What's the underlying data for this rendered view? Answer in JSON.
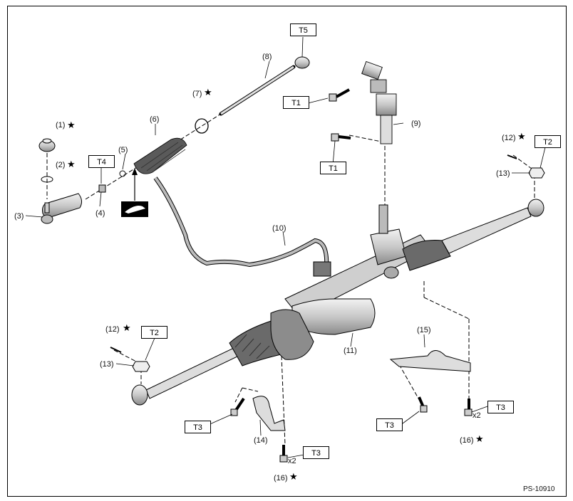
{
  "diagram_code": "PS-10910",
  "parts": {
    "p1": "(1)",
    "p2": "(2)",
    "p3": "(3)",
    "p4": "(4)",
    "p5": "(5)",
    "p6": "(6)",
    "p7": "(7)",
    "p8": "(8)",
    "p9": "(9)",
    "p10": "(10)",
    "p11": "(11)",
    "p12a": "(12)",
    "p12b": "(12)",
    "p13a": "(13)",
    "p13b": "(13)",
    "p14": "(14)",
    "p15": "(15)",
    "p16a": "(16)",
    "p16b": "(16)"
  },
  "torque": {
    "t5": "T5",
    "t1a": "T1",
    "t1b": "T1",
    "t4": "T4",
    "t2a": "T2",
    "t2b": "T2",
    "t3a": "T3",
    "t3b": "T3",
    "t3c": "T3",
    "t3d": "T3"
  },
  "quantity": {
    "q1": "x2",
    "q2": "x2"
  },
  "star_symbol": "★",
  "colors": {
    "line": "#000000",
    "part_fill": "#d9d9d9",
    "part_dark": "#9a9a9a"
  }
}
